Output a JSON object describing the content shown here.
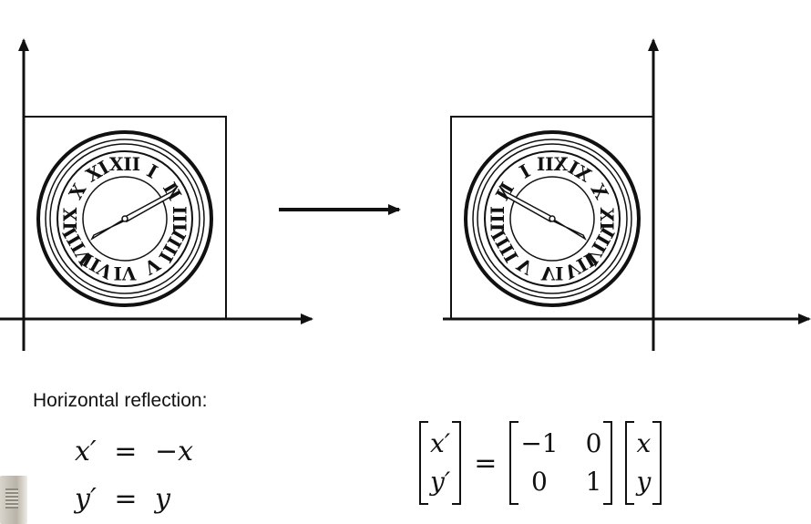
{
  "caption": "Horizontal reflection:",
  "equations": {
    "line1": {
      "lhs": "x′",
      "op": "=",
      "rhs": "−x"
    },
    "line2": {
      "lhs": "y′",
      "op": "=",
      "rhs": "y"
    }
  },
  "matrix_form": {
    "output": [
      "x′",
      "y′"
    ],
    "equals": "=",
    "matrix": [
      [
        "−1",
        "0"
      ],
      [
        "0",
        "1"
      ]
    ],
    "input": [
      "x",
      "y"
    ]
  },
  "clock_numerals": [
    "XII",
    "I",
    "II",
    "III",
    "IIII",
    "V",
    "VI",
    "VII",
    "VIII",
    "IX",
    "X",
    "XI"
  ],
  "colors": {
    "ink": "#111111",
    "background": "#ffffff"
  }
}
